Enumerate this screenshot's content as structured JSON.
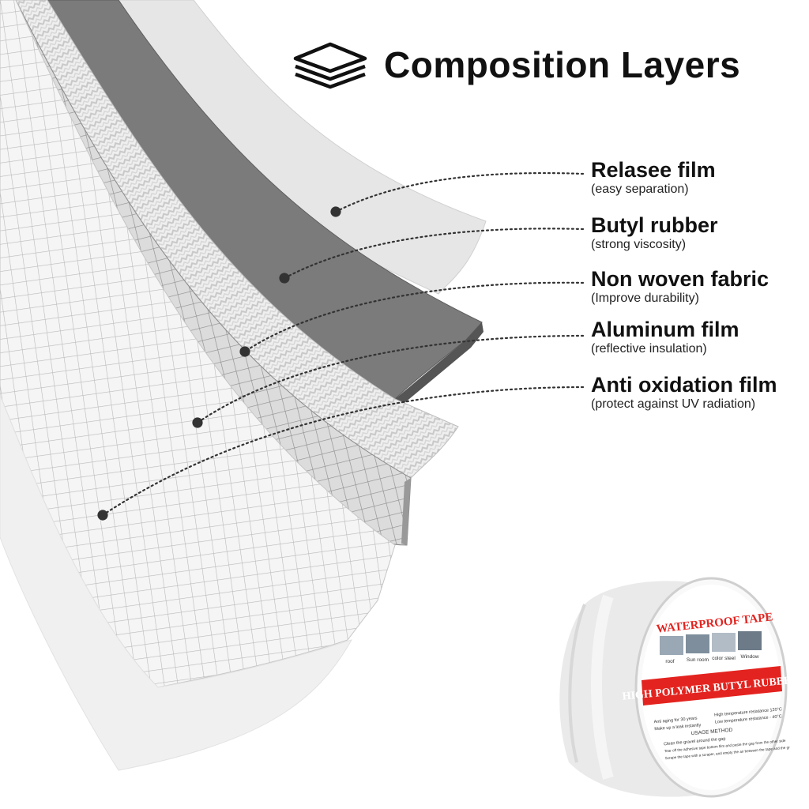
{
  "title": "Composition Layers",
  "layers": [
    {
      "name": "Relasee film",
      "desc": "(easy separation)"
    },
    {
      "name": "Butyl rubber",
      "desc": "(strong viscosity)"
    },
    {
      "name": "Non woven fabric",
      "desc": "(Improve durability)"
    },
    {
      "name": "Aluminum film",
      "desc": "(reflective insulation)"
    },
    {
      "name": "Anti oxidation film",
      "desc": "(protect against UV radiation)"
    }
  ],
  "product": {
    "brand_title": "WATERPROOF TAPE",
    "uses": [
      "roof",
      "Sun room",
      "color steel",
      "Window"
    ],
    "banner": "HIGH POLYMER BUTYL RUBBER",
    "features": [
      "Anti aging for 30 years",
      "High temperature resistance 120°C",
      "Make up a leak instantly",
      "Low temperature resistance - 40°C"
    ],
    "method_title": "USAGE METHOD",
    "method_steps": [
      "Clean the gravel around the gap",
      "Tear off the adhesive tape bottom film and paste the gap from the other side",
      "Scrape the tape with a scraper, and empty the air between the tape and the ground"
    ]
  },
  "colors": {
    "release_film": "#e4e4e4",
    "butyl_rubber": "#7b7b7b",
    "fabric": "#ececec",
    "aluminum": "#d9d9d9",
    "anti_oxidation": "#f2f2f2",
    "banner_red": "#e3231f"
  },
  "icons": [
    "stacked-layers-icon"
  ]
}
